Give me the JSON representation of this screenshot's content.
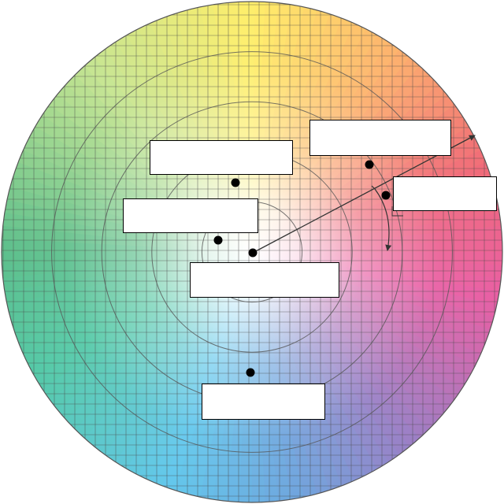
{
  "wheel": {
    "center_color": "#ffffff",
    "edge_color": "#8a8a8a",
    "grid_color": "#4a4a4a",
    "ring_count": 4,
    "hue_colors": {
      "yellow": "#ffee6a",
      "orange": "#fdb36d",
      "red": "#f06a78",
      "magenta": "#e95fa4",
      "violet": "#9b7fc5",
      "blue": "#6fa6de",
      "cyan": "#63c8ec",
      "teal": "#55c9a8",
      "green": "#5dbf8c",
      "lime": "#c7e591"
    }
  },
  "marker_color": "#000000",
  "labels": [
    {
      "name": "label-box-1",
      "text": ""
    },
    {
      "name": "label-box-2",
      "text": ""
    },
    {
      "name": "label-box-3",
      "text": ""
    },
    {
      "name": "label-box-4",
      "text": ""
    },
    {
      "name": "label-box-5",
      "text": ""
    },
    {
      "name": "label-box-6",
      "text": ""
    }
  ]
}
